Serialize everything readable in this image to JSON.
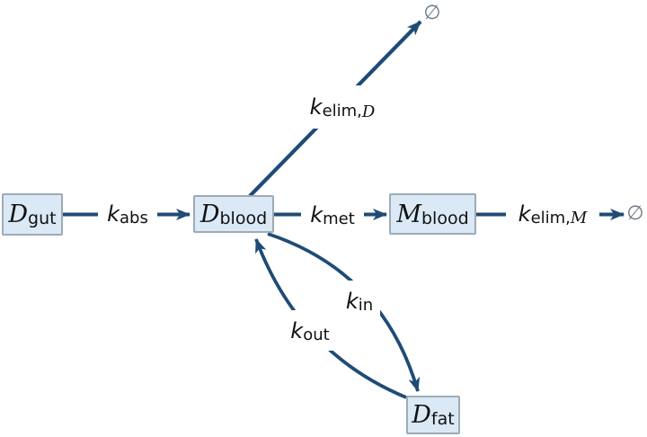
{
  "diagram": {
    "title": "compartment-model",
    "nodes": {
      "d_gut": {
        "sym": "D",
        "sub": "gut"
      },
      "d_blood": {
        "sym": "D",
        "sub": "blood"
      },
      "m_blood": {
        "sym": "M",
        "sub": "blood"
      },
      "d_fat": {
        "sym": "D",
        "sub": "fat"
      }
    },
    "rates": {
      "k_abs": {
        "sym": "k",
        "sub": "abs"
      },
      "k_met": {
        "sym": "k",
        "sub": "met"
      },
      "k_elim_d": {
        "sym": "k",
        "sub": "elim,",
        "subsym": "D"
      },
      "k_elim_m": {
        "sym": "k",
        "sub": "elim,",
        "subsym": "M"
      },
      "k_in": {
        "sym": "k",
        "sub": "in"
      },
      "k_out": {
        "sym": "k",
        "sub": "out"
      }
    },
    "sinks": {
      "top": {
        "sym": "∅"
      },
      "right": {
        "sym": "∅"
      }
    },
    "edges": [
      {
        "from": "d_gut",
        "to": "d_blood",
        "label": "k_abs",
        "shape": "straight"
      },
      {
        "from": "d_blood",
        "to": "m_blood",
        "label": "k_met",
        "shape": "straight"
      },
      {
        "from": "m_blood",
        "to": "sink_right",
        "label": "k_elim_m",
        "shape": "straight"
      },
      {
        "from": "d_blood",
        "to": "sink_top",
        "label": "k_elim_d",
        "shape": "straight"
      },
      {
        "from": "d_blood",
        "to": "d_fat",
        "label": "k_in",
        "shape": "curved"
      },
      {
        "from": "d_fat",
        "to": "d_blood",
        "label": "k_out",
        "shape": "curved"
      }
    ],
    "colors": {
      "arrow": "#1f4b76",
      "node_fill": "#dbe9f7",
      "node_border": "#9dabb7",
      "text": "#111111",
      "sink": "#6e7a87"
    }
  }
}
